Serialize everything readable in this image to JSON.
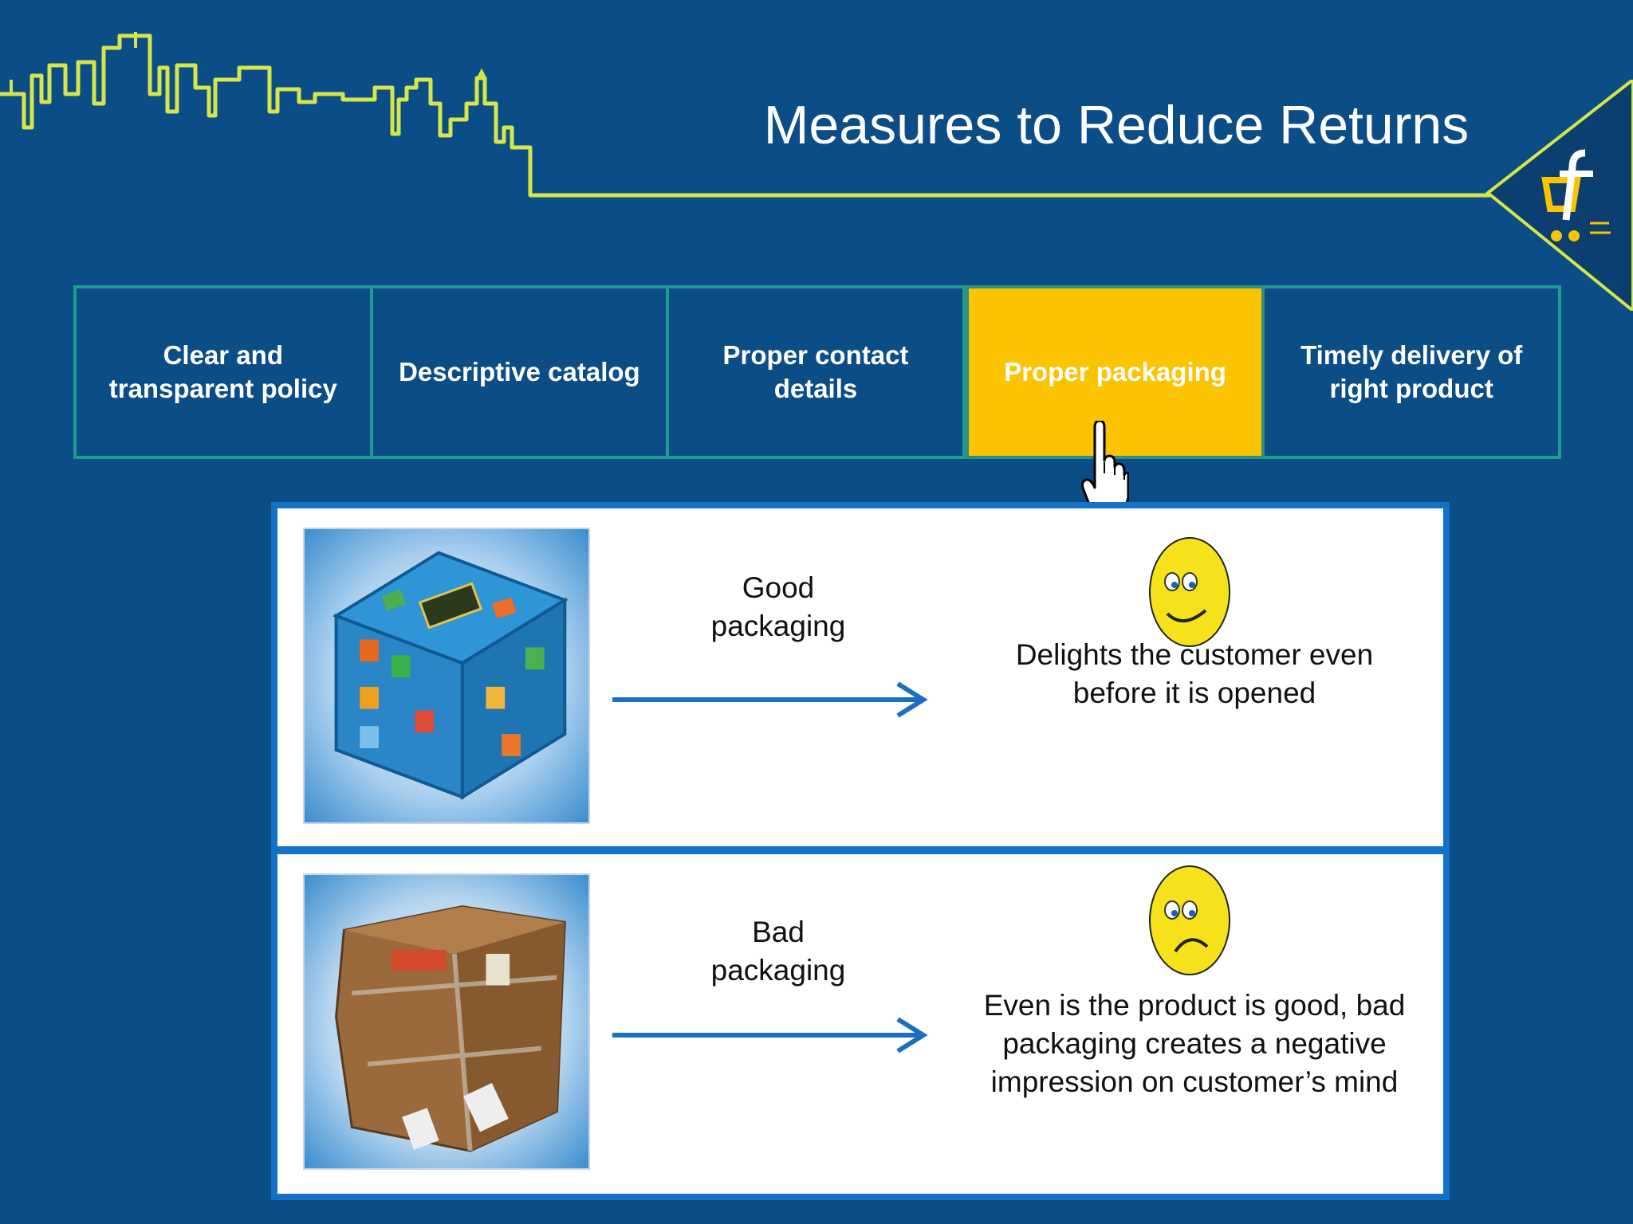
{
  "slide": {
    "title": "Measures to Reduce Returns"
  },
  "tabs": [
    {
      "label": "Clear and\ntransparent policy",
      "active": false
    },
    {
      "label": "Descriptive catalog",
      "active": false
    },
    {
      "label": "Proper contact\ndetails",
      "active": false
    },
    {
      "label": "Proper packaging",
      "active": true
    },
    {
      "label": "Timely delivery of\nright product",
      "active": false
    }
  ],
  "good": {
    "label": "Good\npackaging",
    "description": "Delights the customer even\nbefore it is opened",
    "icon": "happy-face-icon",
    "image": "colorful-gift-box-image"
  },
  "bad": {
    "label": "Bad\npackaging",
    "description": "Even is the product is good, bad\npackaging creates a negative\nimpression on customer’s mind",
    "icon": "sad-face-icon",
    "image": "damaged-cardboard-box-image"
  },
  "colors": {
    "background": "#0b4d86",
    "accent": "#fbc300",
    "tab_border": "#1e9c92",
    "panel_border": "#1272c7",
    "skyline": "#d6e54a"
  }
}
